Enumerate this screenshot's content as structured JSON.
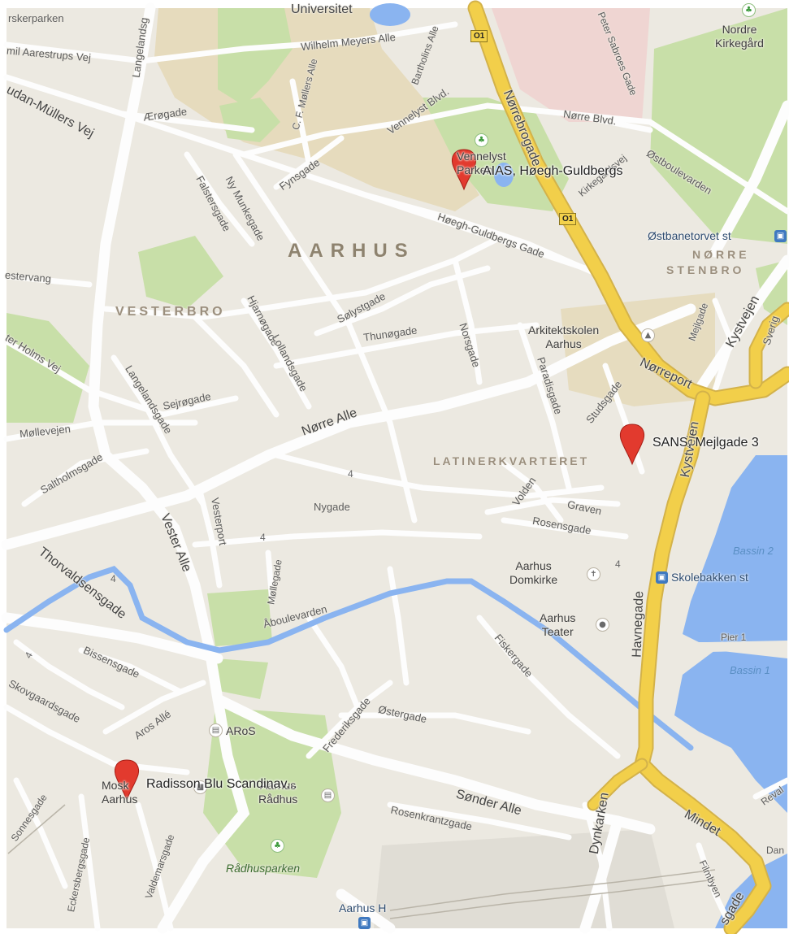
{
  "map": {
    "colors": {
      "land": "#ece9e1",
      "major_road": "#f2cf4a",
      "minor_road": "#fdfdfd",
      "park": "#c8dfa8",
      "water": "#8ab4f0",
      "university": "#e8dcc0",
      "marker": "#e23a2e"
    },
    "districts": {
      "aarhus": "AARHUS",
      "vesterbro": "VESTERBRO",
      "norre_stenbro_1": "NØRRE",
      "norre_stenbro_2": "STENBRO",
      "latinerkvarteret": "LATINERKVARTERET"
    },
    "streets": {
      "skerparken": "rskerparken",
      "universitet": "Universitet",
      "wilhelm_meyers": "Wilhelm Meyers Alle",
      "bartholins": "Bartholins Alle",
      "aarestrups": "mil Aarestrups Vej",
      "langelandsg_top": "Langelandsg",
      "ludan_mullers": "udan-Müllers Vej",
      "aerogade": "Ærøgade",
      "cf_mollers": "C. F. Møllers Alle",
      "vennelyst_blvd": "Vennelyst Blvd.",
      "norrebrogade": "Nørrebrogade",
      "norre_blvd": "Nørre Blvd.",
      "sabroes": "Peter Sabroes Gade",
      "ny_munkegade": "Ny Munkegade",
      "fynsgade": "Fynsgade",
      "falstersgade": "Falstersgade",
      "hoegh_guldbergs": "Høegh-Guldbergs Gade",
      "kirkegardsvej": "Kirkegårdsvej",
      "ostboulevarden": "Østboulevarden",
      "estervang": "estervang",
      "hjarnogade": "Hjarnøgade",
      "solystgade": "Sølystgade",
      "thunogade": "Thunøgade",
      "norsgade": "Norsgade",
      "paradisgade": "Paradisgade",
      "lollandsgade": "Lollandsgade",
      "holms_vej": "ter Holms Vej",
      "langelandsgade": "Langelandsgade",
      "sejrogade": "Sejrøgade",
      "norre_alle": "Nørre Alle",
      "norreport": "Nørreport",
      "studsgade": "Studsgade",
      "mejlgade": "Mejlgade",
      "kystvejen": "Kystvejen",
      "mollevejen": "Møllevejen",
      "saltholmsgade": "Saltholmsgade",
      "vesterport": "Vesterport",
      "nygade": "Nygade",
      "volden": "Volden",
      "graven": "Graven",
      "rosensgade": "Rosensgade",
      "vester_alle": "Vester Alle",
      "thorvaldsensgade": "Thorvaldsensgade",
      "mollegade": "Møllegade",
      "aboulevarden": "Åboulevarden",
      "havnegade": "Havnegade",
      "bissensgade": "Bissensgade",
      "skovgaardsgade": "Skovgaardsgade",
      "fiskergade": "Fiskergade",
      "frederiksgade": "Frederiksgade",
      "ostergade": "Østergade",
      "aros_alle": "Aros Allé",
      "sonder_alle": "Sønder Alle",
      "dynkarken": "Dynkarken",
      "mindet": "Mindet",
      "rosenkrantzgade": "Rosenkrantzgade",
      "sonnesgade": "Sonnesgade",
      "eckersbergsgade": "Eckersbergsgade",
      "valdemarsgade": "Valdemarsgade",
      "filmbyen": "Filmbyen",
      "reval": "Reval",
      "dan": "Dan",
      "sverig": "Sverig",
      "sgade_bottom": "sgade"
    },
    "pois": {
      "nordre_kirkegard_1": "Nordre",
      "nordre_kirkegard_2": "Kirkegård",
      "vennelyst_1": "Vennelyst",
      "vennelyst_2": "Parken",
      "ostbanetorvet": "Østbanetorvet st",
      "arkitektskolen_1": "Arkitektskolen",
      "arkitektskolen_2": "Aarhus",
      "domkirke_1": "Aarhus",
      "domkirke_2": "Domkirke",
      "teater_1": "Aarhus",
      "teater_2": "Teater",
      "skolebakken": "Skolebakken st",
      "aros": "ARoS",
      "radhus_1": "Aarhus",
      "radhus_2": "Rådhus",
      "radhusparken": "Rådhusparken",
      "aarhus_h": "Aarhus H",
      "mosk_1": "Mosk",
      "mosk_2": "Aarhus",
      "bassin2": "Bassin 2",
      "bassin1": "Bassin 1",
      "pier1": "Pier 1"
    },
    "shields": {
      "o1_top": "O1",
      "o1_mid": "O1"
    },
    "road_numbers": {
      "n4_a": "4",
      "n4_b": "4",
      "n4_c": "4",
      "n4_d": "4",
      "n4_e": "4"
    },
    "markers": {
      "aias": "AIAS, Høegh-Guldbergs",
      "sans": "SANS, Mejlgade 3",
      "radisson": "Radisson Blu Scandinav..."
    },
    "icons": {
      "park": "tree-icon",
      "university": "graduation-cap-icon",
      "church": "church-icon",
      "theatre": "theatre-icon",
      "museum": "museum-icon",
      "town_hall": "town-hall-icon",
      "hotel": "hotel-icon",
      "bus": "bus-icon",
      "marker": "map-pin-icon"
    }
  }
}
